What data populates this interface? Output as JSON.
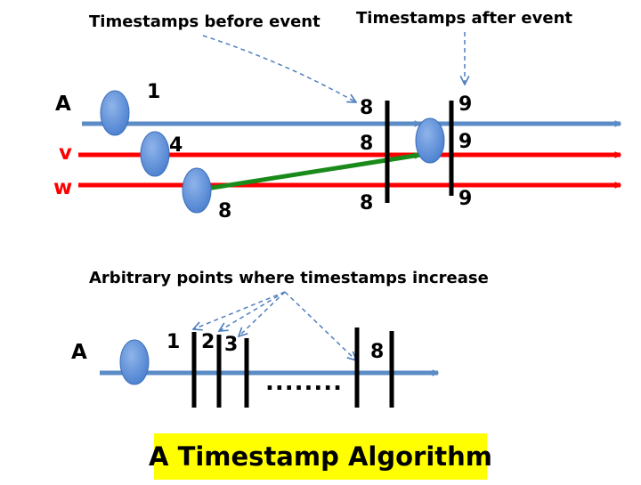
{
  "title": "A Timestamp Algorithm",
  "colors": {
    "blue_line": "#5b8cc6",
    "red_line": "#ff0000",
    "green_arrow": "#1a8a1a",
    "dashed_arrow": "#4f7fbf",
    "title_bg": "#ffff00",
    "ellipse_fill": "#5b8ed6"
  },
  "top_diagram": {
    "caption_before": "Timestamps before event",
    "caption_after": "Timestamps after event",
    "processes": {
      "A": "A",
      "v": "v",
      "w": "w"
    },
    "event_labels": {
      "a": "1",
      "v": "4",
      "w": "8"
    },
    "before_values": [
      "8",
      "8",
      "8"
    ],
    "after_values": [
      "9",
      "9",
      "9"
    ]
  },
  "bottom_diagram": {
    "caption": "Arbitrary points where timestamps increase",
    "process": "A",
    "tick_labels": [
      "1",
      "2",
      "3",
      "8"
    ],
    "ellipsis": "........"
  }
}
